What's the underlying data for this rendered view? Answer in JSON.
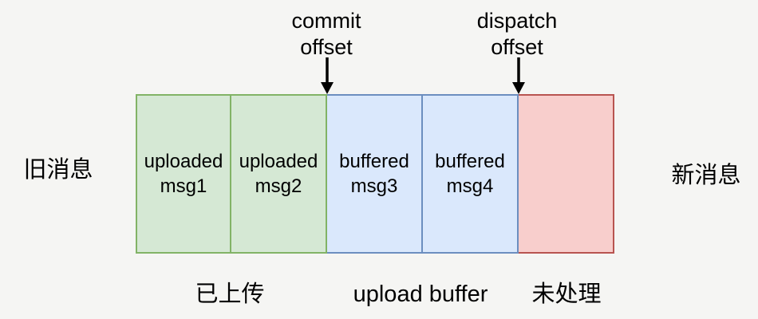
{
  "colors": {
    "background": "#f5f5f3",
    "text": "#000000",
    "arrow": "#000000",
    "green_fill": "#d5e8d4",
    "green_stroke": "#82b366",
    "blue_fill": "#dae8fc",
    "blue_stroke": "#6c8ebf",
    "red_fill": "#f8cecc",
    "red_stroke": "#b85450"
  },
  "side_labels": {
    "left": "旧消息",
    "right": "新消息"
  },
  "offset_markers": [
    {
      "id": "commit-offset",
      "line1": "commit",
      "line2": "offset"
    },
    {
      "id": "dispatch-offset",
      "line1": "dispatch",
      "line2": "offset"
    }
  ],
  "queue_cells": [
    {
      "state": "uploaded",
      "line1": "uploaded",
      "line2": "msg1"
    },
    {
      "state": "uploaded",
      "line1": "uploaded",
      "line2": "msg2"
    },
    {
      "state": "buffered",
      "line1": "buffered",
      "line2": "msg3"
    },
    {
      "state": "buffered",
      "line1": "buffered",
      "line2": "msg4"
    },
    {
      "state": "unprocessed",
      "line1": "",
      "line2": ""
    }
  ],
  "section_labels": [
    {
      "id": "uploaded",
      "text": "已上传"
    },
    {
      "id": "upload-buffer",
      "text": "upload buffer"
    },
    {
      "id": "unprocessed",
      "text": "未处理"
    }
  ]
}
